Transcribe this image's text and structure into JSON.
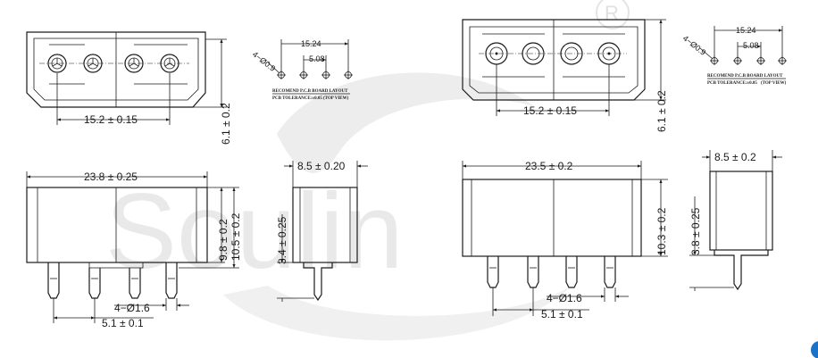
{
  "watermark": {
    "text": "Soulin",
    "registered_mark": "®"
  },
  "left": {
    "top_width": "15.2 ± 0.15",
    "top_height": "6.1 ± 0.2",
    "body_width": "23.8 ± 0.25",
    "h1": "9.8 ± 0.2",
    "h2": "10.5 ± 0.2",
    "pin_dia": "4−Ø1.6",
    "pitch": "5.1 ± 0.1",
    "side_width": "8.5 ± 0.20",
    "side_height": "3.4 ± 0.25",
    "pcb": {
      "hole": "4−Ø0.9",
      "span": "15.24",
      "pitch": "5.08",
      "title": "RECOMEND P.C.B BOARD LAYOUT",
      "tolerance": "PCB TOLERANCE:±0.05",
      "view": "(TOP VIEW)"
    }
  },
  "right": {
    "top_width": "15.2 ± 0.15",
    "top_height": "6.1 ± 0.2",
    "body_width": "23.5 ± 0.2",
    "h1": "10.3 ± 0.2",
    "pin_dia": "4−Ø1.6",
    "pitch": "5.1 ± 0.1",
    "side_width": "8.5 ± 0.2",
    "side_height": "3.8 ± 0.25",
    "pcb": {
      "hole": "4−Ø0.9",
      "span": "15.24",
      "pitch": "5.08",
      "title": "RECOMEND P.C.B BOARD LAYOUT",
      "tolerance": "PCB TOLERANCE:±0.05",
      "view": "(TOP VIEW)"
    }
  }
}
